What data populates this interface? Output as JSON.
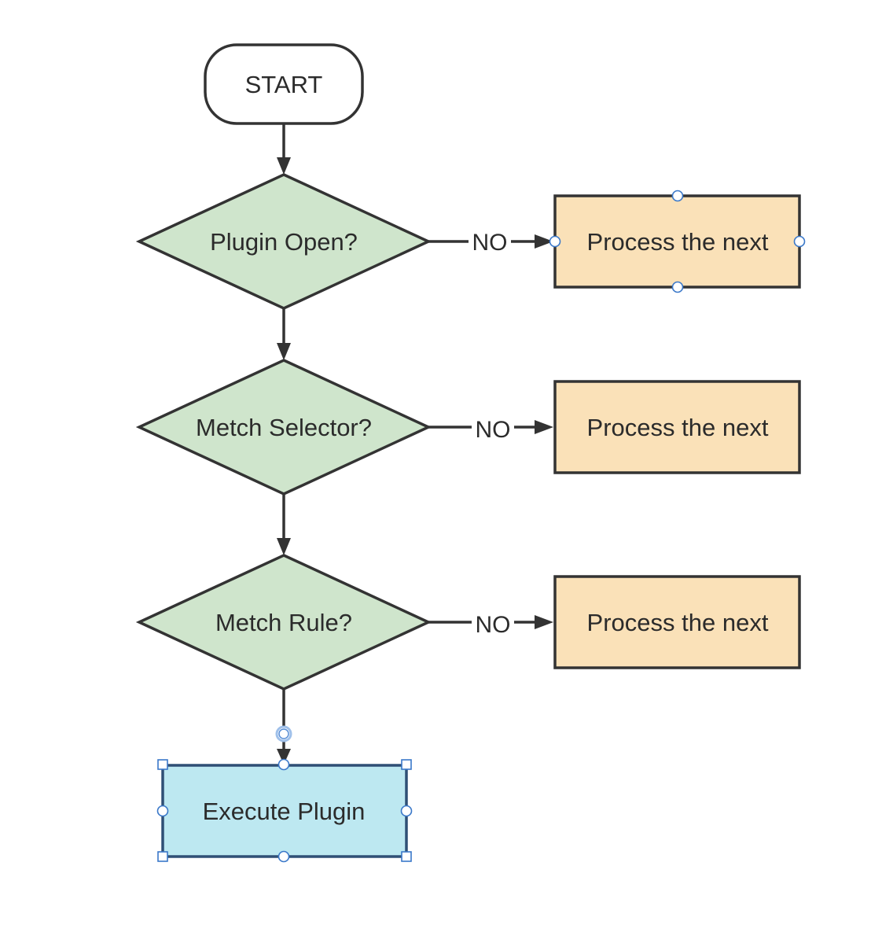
{
  "colors": {
    "stroke": "#333333",
    "decision_fill": "#cfe5cc",
    "process_fill": "#fae1b8",
    "selected_fill": "#bde8f1",
    "selected_stroke": "#2f4f75",
    "handle": "#3a78c9",
    "start_fill": "#ffffff"
  },
  "nodes": {
    "start": {
      "label": "START"
    },
    "plugin_open": {
      "label": "Plugin Open?"
    },
    "match_selector": {
      "label": "Metch Selector?"
    },
    "match_rule": {
      "label": "Metch Rule?"
    },
    "next_1": {
      "label": "Process the next"
    },
    "next_2": {
      "label": "Process the next"
    },
    "next_3": {
      "label": "Process the next"
    },
    "execute": {
      "label": "Execute Plugin",
      "selected": true
    }
  },
  "edges": {
    "no_1": {
      "label": "NO"
    },
    "no_2": {
      "label": "NO"
    },
    "no_3": {
      "label": "NO"
    }
  }
}
